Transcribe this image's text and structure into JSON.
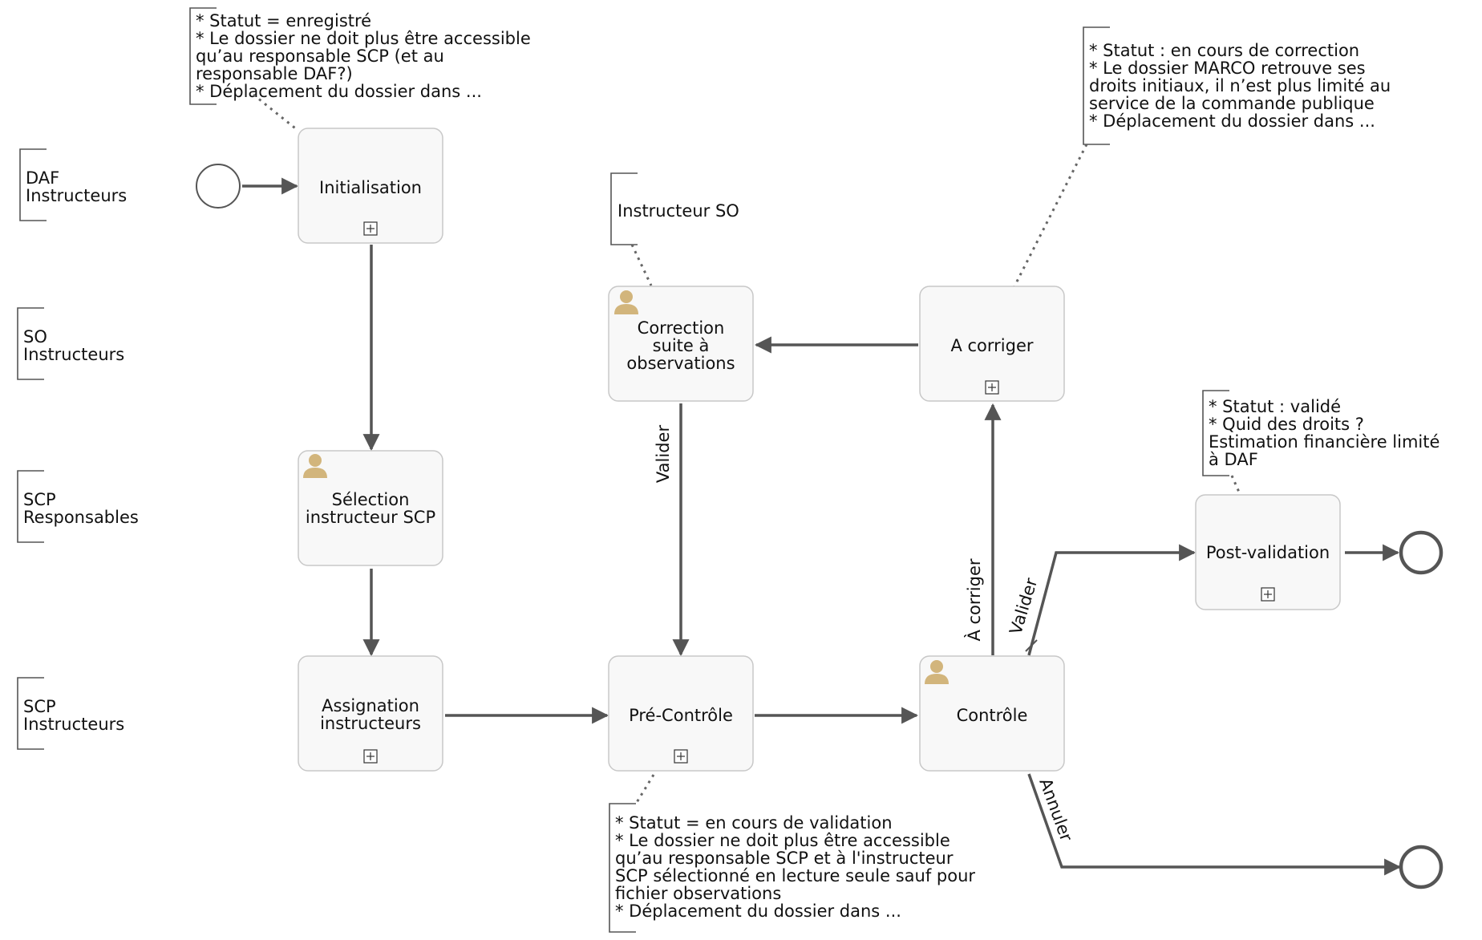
{
  "lanes": [
    {
      "id": "daf",
      "lines": [
        "DAF",
        "Instructeurs"
      ]
    },
    {
      "id": "so",
      "lines": [
        "SO",
        "Instructeurs"
      ]
    },
    {
      "id": "scp-resp",
      "lines": [
        "SCP",
        "Responsables"
      ]
    },
    {
      "id": "scp-instr",
      "lines": [
        "SCP",
        "Instructeurs"
      ]
    }
  ],
  "tasks": {
    "initialisation": {
      "lines": [
        "Initialisation"
      ],
      "user_icon": false,
      "subprocess_marker": true
    },
    "selection": {
      "lines": [
        "Sélection",
        "instructeur SCP"
      ],
      "user_icon": true,
      "subprocess_marker": false
    },
    "assignation": {
      "lines": [
        "Assignation",
        "instructeurs"
      ],
      "user_icon": false,
      "subprocess_marker": true
    },
    "correction": {
      "lines": [
        "Correction",
        "suite à",
        "observations"
      ],
      "user_icon": true,
      "subprocess_marker": false
    },
    "precontrole": {
      "lines": [
        "Pré-Contrôle"
      ],
      "user_icon": false,
      "subprocess_marker": true
    },
    "a_corriger": {
      "lines": [
        "A corriger"
      ],
      "user_icon": false,
      "subprocess_marker": true
    },
    "controle": {
      "lines": [
        "Contrôle"
      ],
      "user_icon": true,
      "subprocess_marker": false
    },
    "postvalidation": {
      "lines": [
        "Post-validation"
      ],
      "user_icon": false,
      "subprocess_marker": true
    }
  },
  "flow_labels": {
    "valider_correction": "Valider",
    "a_corriger": "À corriger",
    "valider_controle": "Valider",
    "annuler": "Annuler"
  },
  "annotations": {
    "note_init": [
      "* Statut = enregistré",
      "* Le dossier ne doit plus être accessible",
      "qu’au responsable SCP (et au",
      "responsable DAF?)",
      "* Déplacement du dossier dans ..."
    ],
    "note_correction": [
      "Instructeur SO"
    ],
    "note_acorriger": [
      "* Statut : en cours de correction",
      "* Le dossier MARCO retrouve ses",
      "droits initiaux, il n’est plus limité au",
      "service de la commande publique",
      "* Déplacement du dossier dans ..."
    ],
    "note_postvalidation": [
      "* Statut : validé",
      "* Quid des droits ?",
      "Estimation financière limité",
      "à DAF"
    ],
    "note_precontrole": [
      "* Statut = en cours de validation",
      "* Le dossier ne doit plus être accessible",
      "qu’au responsable SCP et à l'instructeur",
      "SCP sélectionné en lecture seule sauf pour",
      "fichier observations",
      "* Déplacement du dossier dans ..."
    ]
  },
  "colors": {
    "flow": "#555555",
    "task_fill": "#f8f8f8",
    "task_border": "#c8c8c8",
    "user_icon": "#d2b57c"
  }
}
